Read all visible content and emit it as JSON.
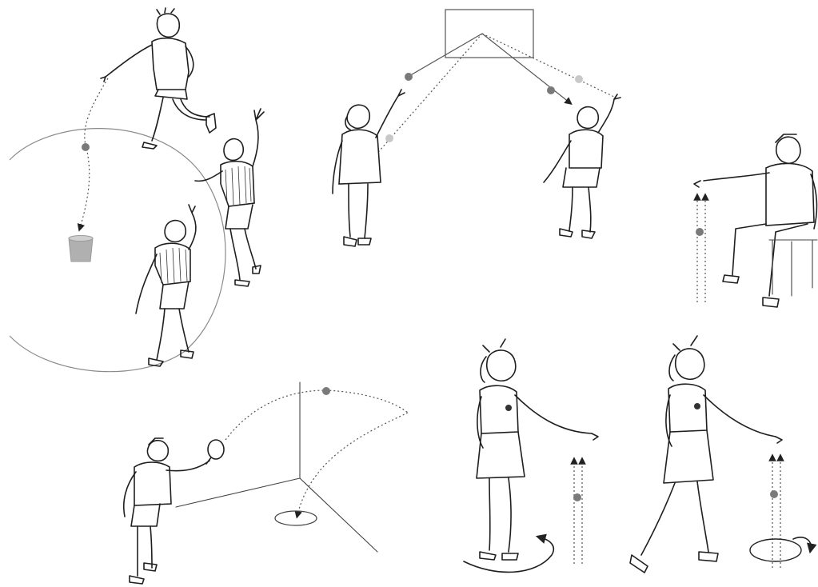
{
  "colors": {
    "background": "#ffffff",
    "ink": "#1f1f1f",
    "ball": "#7a7a7a",
    "ball_light": "#c8c8c8",
    "bucket": "#b0b0b0",
    "trajectory": "#555555"
  },
  "scenes": [
    {
      "name": "circle-pass-to-bucket",
      "icon": "bucket-icon"
    },
    {
      "name": "wall-bounce-pass",
      "icon": "target-box-icon"
    },
    {
      "name": "seated-ball-drop",
      "icon": "arrow-up-icon"
    },
    {
      "name": "paddle-lob-to-target",
      "icon": "paddle-icon"
    },
    {
      "name": "standing-ball-drop-turn",
      "icon": "rotate-arrow-icon"
    },
    {
      "name": "walking-ball-drop-turn",
      "icon": "rotate-arrow-icon"
    }
  ]
}
